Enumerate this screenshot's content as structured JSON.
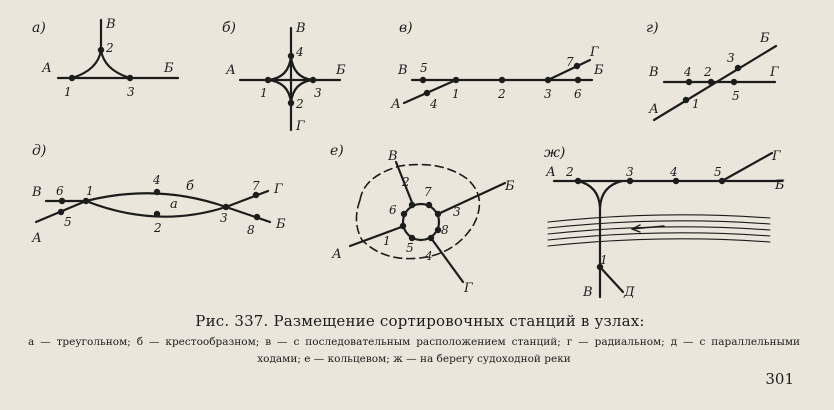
{
  "diagrams": {
    "a": {
      "panel": "а)",
      "labels": {
        "A": "А",
        "B": "В",
        "C": "Б"
      },
      "stations": [
        "1",
        "2",
        "3"
      ]
    },
    "b": {
      "panel": "б)",
      "labels": {
        "A": "А",
        "B": "В",
        "C": "Б",
        "D": "Г"
      },
      "stations": [
        "1",
        "2",
        "3",
        "4"
      ]
    },
    "v": {
      "panel": "в)",
      "labels": {
        "B": "В",
        "A": "А",
        "G": "Г",
        "C": "Б"
      },
      "stations": [
        "1",
        "2",
        "3",
        "4",
        "5",
        "6",
        "7"
      ]
    },
    "g": {
      "panel": "г)",
      "labels": {
        "B": "В",
        "A": "А",
        "C": "Б",
        "G": "Г"
      },
      "stations": [
        "1",
        "2",
        "3",
        "4",
        "5"
      ]
    },
    "d": {
      "panel": "д)",
      "labels": {
        "B": "В",
        "A": "А",
        "G": "Г",
        "C": "Б",
        "b": "б",
        "a": "а"
      },
      "stations": [
        "1",
        "2",
        "3",
        "4",
        "5",
        "6",
        "7",
        "8"
      ]
    },
    "e": {
      "panel": "е)",
      "labels": {
        "B": "В",
        "C": "Б",
        "A": "А",
        "G": "Г"
      },
      "stations": [
        "1",
        "2",
        "3",
        "4",
        "5",
        "6",
        "7",
        "8"
      ]
    },
    "zh": {
      "panel": "ж)",
      "labels": {
        "A": "А",
        "C": "Б",
        "G": "Г",
        "B": "В",
        "D": "Д"
      },
      "stations": [
        "1",
        "2",
        "3",
        "4",
        "5"
      ]
    }
  },
  "caption": {
    "title": "Рис. 337. Размещение сортировочных станций в узлах:",
    "legend": "а — треугольном; б — крестообразном; в — с последовательным расположением станций; г — радиальном; д — с параллельными ходами; е — кольцевом; ж — на берегу судоходной реки"
  },
  "page_number": "301"
}
